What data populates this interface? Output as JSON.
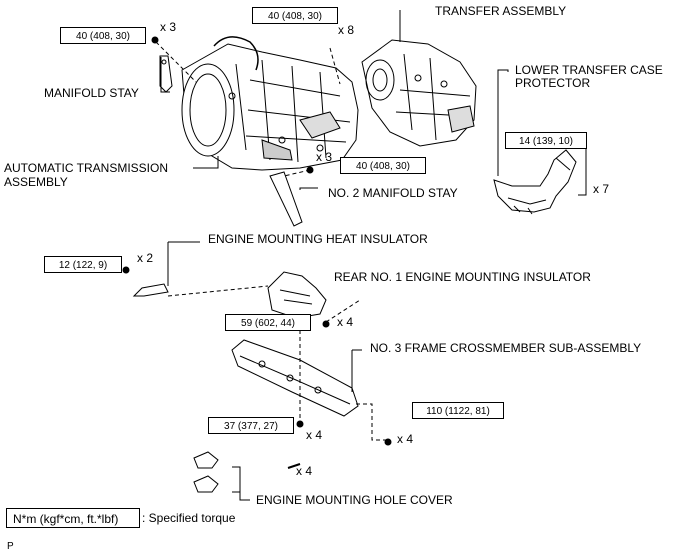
{
  "labels": {
    "transfer_assembly": "TRANSFER ASSEMBLY",
    "lower_transfer_case_protector_1": "LOWER TRANSFER CASE",
    "lower_transfer_case_protector_2": "PROTECTOR",
    "manifold_stay": "MANIFOLD STAY",
    "automatic_transmission_1": "AUTOMATIC TRANSMISSION",
    "automatic_transmission_2": "ASSEMBLY",
    "no2_manifold_stay": "NO. 2 MANIFOLD STAY",
    "engine_mounting_heat_insulator": "ENGINE MOUNTING HEAT INSULATOR",
    "rear_no1_engine_mounting_insulator": "REAR NO. 1 ENGINE MOUNTING INSULATOR",
    "no3_frame_crossmember": "NO. 3 FRAME CROSSMEMBER SUB-ASSEMBLY",
    "engine_mounting_hole_cover": "ENGINE MOUNTING HOLE COVER"
  },
  "torques": {
    "manifold_stay_bolt": "40 (408, 30)",
    "transfer_bolt": "40 (408, 30)",
    "no2_manifold_stay_bolt": "40 (408, 30)",
    "protector_bolt": "14 (139, 10)",
    "heat_insulator_bolt": "12 (122, 9)",
    "insulator_bolt": "59 (602, 44)",
    "crossmember_bolt": "37 (377, 27)",
    "crossmember_nut": "110 (1122, 81)"
  },
  "quantities": {
    "manifold_stay_bolt": "x 3",
    "transfer_bolt": "x 8",
    "no2_manifold_stay_bolt": "x 3",
    "protector_bolt": "x 7",
    "heat_insulator_bolt": "x 2",
    "insulator_bolt": "x 4",
    "crossmember_bolt": "x 4",
    "lower_bolt": "x 4",
    "crossmember_nut": "x 4"
  },
  "legend": {
    "units": "N*m (kgf*cm, ft.*lbf)",
    "meaning": ": Specified torque"
  },
  "figure_code": "P"
}
